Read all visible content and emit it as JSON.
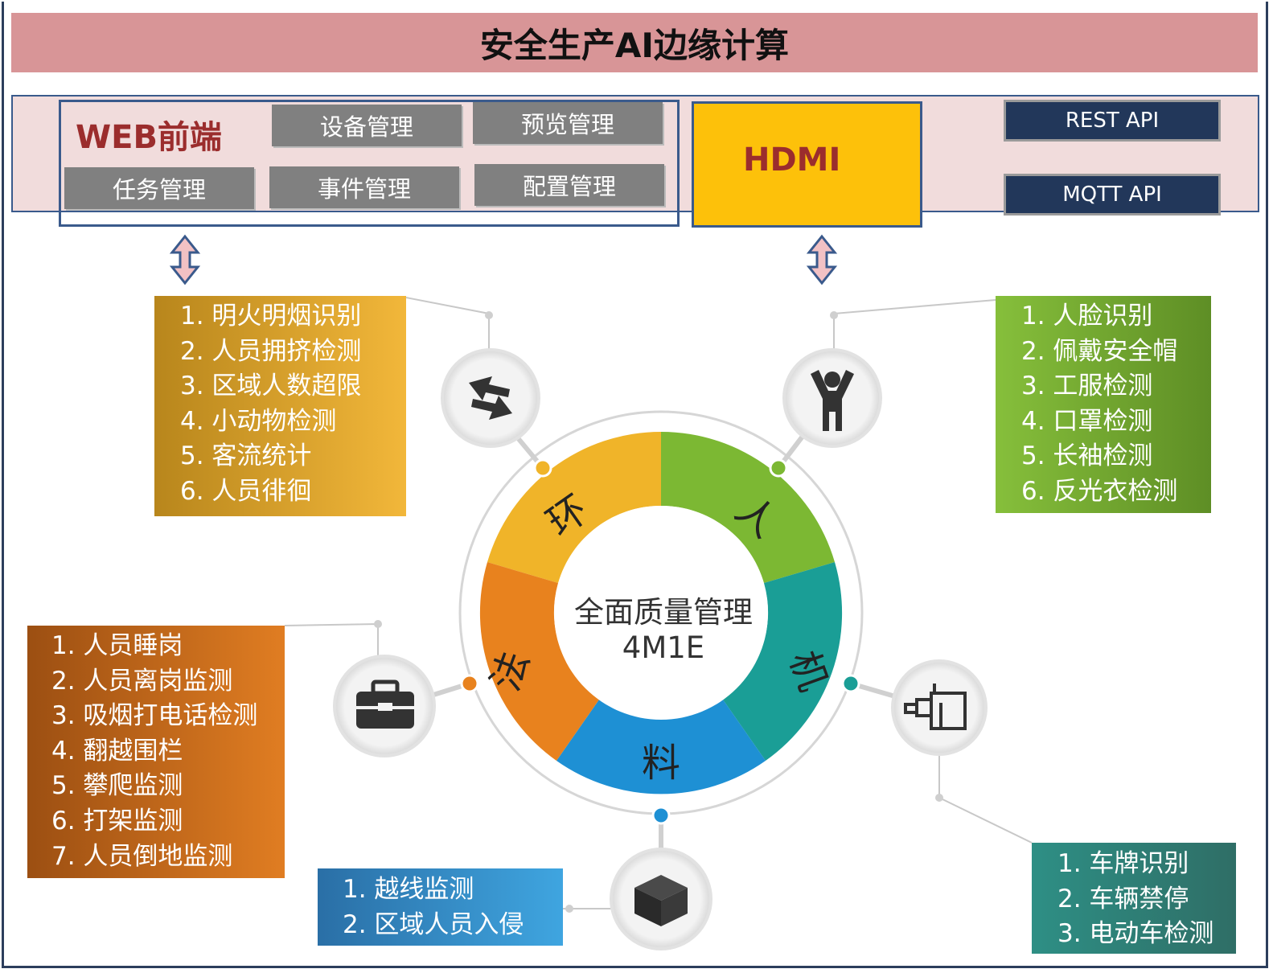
{
  "title": "安全生产AI边缘计算",
  "web": {
    "title": "WEB前端",
    "buttons": [
      "设备管理",
      "预览管理",
      "任务管理",
      "事件管理",
      "配置管理"
    ]
  },
  "hdmi": {
    "label": "HDMI"
  },
  "api": {
    "rest": "REST API",
    "mqtt": "MQTT API"
  },
  "center": {
    "line1": "全面质量管理",
    "line2": "4M1E"
  },
  "ring": {
    "env": "环",
    "person": "人",
    "method": "法",
    "machine": "机",
    "material": "料"
  },
  "lists": {
    "env": [
      "1. 明火明烟识别",
      "2. 人员拥挤检测",
      "3. 区域人数超限",
      "4. 小动物检测",
      "5. 客流统计",
      "6. 人员徘徊"
    ],
    "person": [
      "1. 人脸识别",
      "2. 佩戴安全帽",
      "3. 工服检测",
      "4. 口罩检测",
      "5. 长袖检测",
      "6. 反光衣检测"
    ],
    "method": [
      "1. 人员睡岗",
      "2. 人员离岗监测",
      "3. 吸烟打电话检测",
      "4. 翻越围栏",
      "5. 攀爬监测",
      "6. 打架监测",
      "7. 人员倒地监测"
    ],
    "material": [
      "1. 越线监测",
      "2. 区域人员入侵"
    ],
    "machine": [
      "1. 车牌识别",
      "2. 车辆禁停",
      "3. 电动车检测"
    ]
  },
  "colors": {
    "env": "#f0b429",
    "person": "#7cb833",
    "machine": "#1a9e96",
    "material": "#1e90d4",
    "method": "#e8821e",
    "title_bar": "#d89597",
    "hdmi": "#fdc10a",
    "api": "#22375a"
  },
  "icons": {
    "env": "recycle-icon",
    "person": "person-icon",
    "method": "toolbox-icon",
    "material": "cube-icon",
    "machine": "machinery-icon"
  }
}
